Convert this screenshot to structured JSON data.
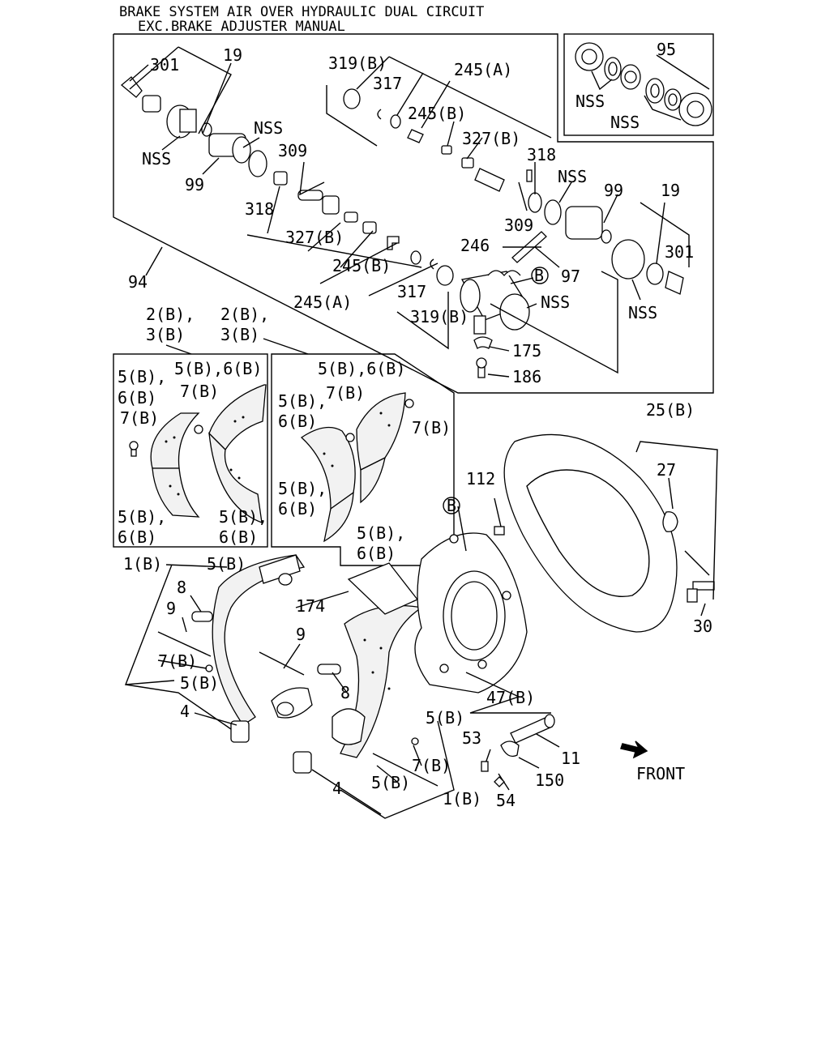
{
  "title": {
    "line1": "BRAKE SYSTEM AIR OVER HYDRAULIC DUAL CIRCUIT",
    "line2": "EXC.BRAKE ADJUSTER MANUAL"
  },
  "front_label": "FRONT",
  "callouts": {
    "c301a": "301",
    "c19a": "19",
    "cNSSa": "NSS",
    "cNSSb": "NSS",
    "c99a": "99",
    "c309a": "309",
    "c318a": "318",
    "c327Ba": "327(B)",
    "c245Ba": "245(B)",
    "c245Aa": "245(A)",
    "c317a": "317",
    "c319Ba": "319(B)",
    "c94": "94",
    "c319Bb": "319(B)",
    "c317b": "317",
    "c245Ab": "245(A)",
    "c245Bb": "245(B)",
    "c327Bb": "327(B)",
    "c318b": "318",
    "c309b": "309",
    "cNSSc": "NSS",
    "c99b": "99",
    "c19b": "19",
    "c301b": "301",
    "c246": "246",
    "c97": "97",
    "cNSSd": "NSS",
    "cNSSe": "NSS",
    "c175": "175",
    "c186": "186",
    "c95": "95",
    "cNSSf": "NSS",
    "cNSSg": "NSS",
    "cB1": "B",
    "cB2": "B",
    "c2B3Ba": "2(B),",
    "c3Ba": "3(B)",
    "c2B3Bb": "2(B),",
    "c3Bb": "3(B)",
    "c5B6Ba": "5(B),6(B)",
    "c5Ba": "5(B),",
    "c6Ba": "6(B)",
    "c7Ba": "7(B)",
    "c7Bb": "7(B)",
    "c5Bb": "5(B),",
    "c6Bb": "6(B)",
    "c5Bc": "5(B),",
    "c6Bc": "6(B)",
    "c5B6Bb": "5(B),6(B)",
    "c5Bd": "5(B),",
    "c6Bd": "6(B)",
    "c7Bc": "7(B)",
    "c7Bd": "7(B)",
    "c5Be": "5(B),",
    "c6Be": "6(B)",
    "c5Bf": "5(B),",
    "c6Bf": "6(B)",
    "c1Ba": "1(B)",
    "c5Bg": "5(B)",
    "c8a": "8",
    "c9a": "9",
    "c7Be": "7(B)",
    "c5Bh": "5(B)",
    "c4a": "4",
    "c9b": "9",
    "c174": "174",
    "c8b": "8",
    "c5Bi": "5(B)",
    "c7Bf": "7(B)",
    "c5Bj": "5(B)",
    "c1Bb": "1(B)",
    "c4b": "4",
    "c112": "112",
    "c47B": "47(B)",
    "c53": "53",
    "c54": "54",
    "c11": "11",
    "c150": "150",
    "c25B": "25(B)",
    "c27": "27",
    "c30": "30"
  }
}
